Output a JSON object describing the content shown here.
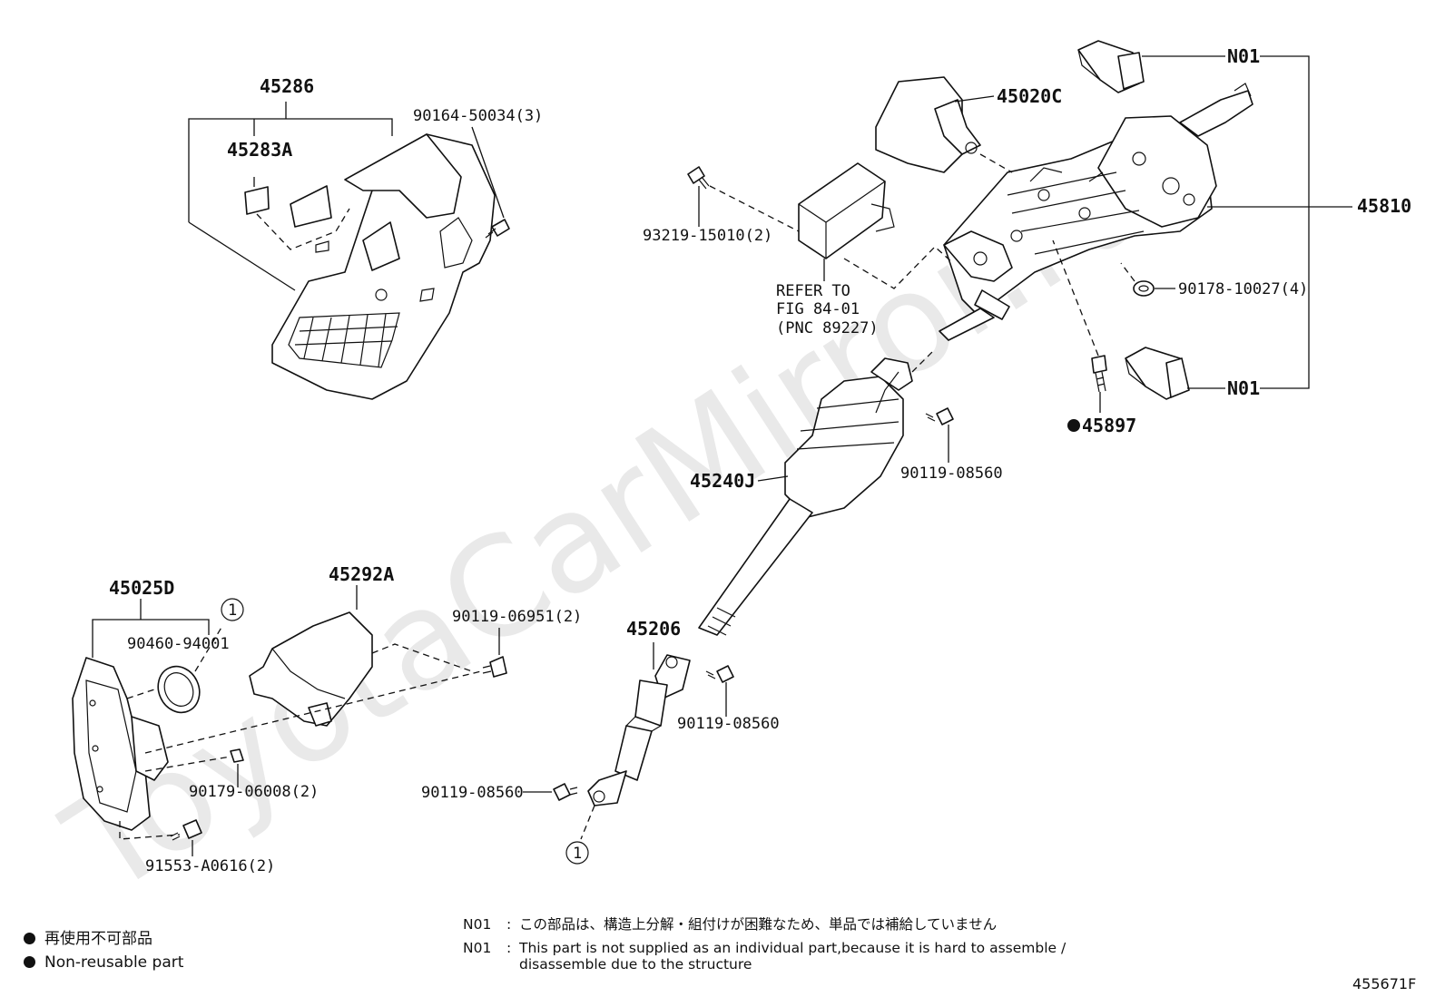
{
  "watermark": "ToyotaCarMirror.ru",
  "labels": {
    "p45286": "45286",
    "p45283A": "45283A",
    "p90164": "90164-50034(3)",
    "p45020C": "45020C",
    "pN01_top": "N01",
    "pN01_bottom": "N01",
    "p45810": "45810",
    "p93219": "93219-15010(2)",
    "refer1": "REFER TO",
    "refer2": "FIG 84-01",
    "refer3": "(PNC 89227)",
    "p90178": "90178-10027(4)",
    "p45897": "45897",
    "p90119_a": "90119-08560",
    "p45240J": "45240J",
    "p45025D": "45025D",
    "p45292A": "45292A",
    "p90460": "90460-94001",
    "p90119_06951": "90119-06951(2)",
    "p45206": "45206",
    "p90119_b": "90119-08560",
    "p90119_c": "90119-08560",
    "p90179": "90179-06008(2)",
    "p91553": "91553-A0616(2)",
    "circle1_top": "1",
    "circle1_bottom": "1"
  },
  "legend": {
    "jp": "再使用不可部品",
    "en": "Non-reusable part"
  },
  "notes": [
    {
      "code": "N01",
      "colon": ":",
      "text": "この部品は、構造上分解・組付けが困難なため、単品では補給していません"
    },
    {
      "code": "N01",
      "colon": ":",
      "text": "This part is not supplied as an individual part,because it is hard to assemble / disassemble due to the structure"
    }
  ],
  "figure_id": "455671F"
}
